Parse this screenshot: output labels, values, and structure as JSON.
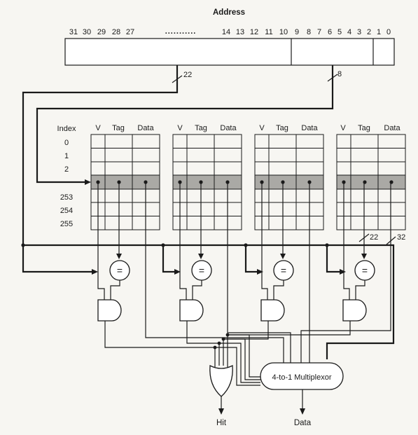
{
  "title": "Address",
  "address_bits_high": [
    "31",
    "30",
    "29",
    "28",
    "27"
  ],
  "address_dots": "...........",
  "address_bits_mid": [
    "14",
    "13",
    "12",
    "11",
    "10"
  ],
  "address_bits_low": [
    "9",
    "8",
    "7",
    "6",
    "5",
    "4",
    "3",
    "2",
    "1",
    "0"
  ],
  "bus_tag_width": "22",
  "bus_index_width": "8",
  "bus_out_tag_width": "22",
  "bus_out_data_width": "32",
  "index_header": "Index",
  "index_rows": [
    "0",
    "1",
    "2",
    "253",
    "254",
    "255"
  ],
  "column_headers": {
    "v": "V",
    "tag": "Tag",
    "data": "Data"
  },
  "comparator_symbol": "=",
  "multiplexor_label": "4-to-1 Multiplexor",
  "output_hit": "Hit",
  "output_data": "Data",
  "colors": {
    "selected_row": "#aaa9a5",
    "ink": "#1a1a1a",
    "paper": "#f7f6f2"
  }
}
